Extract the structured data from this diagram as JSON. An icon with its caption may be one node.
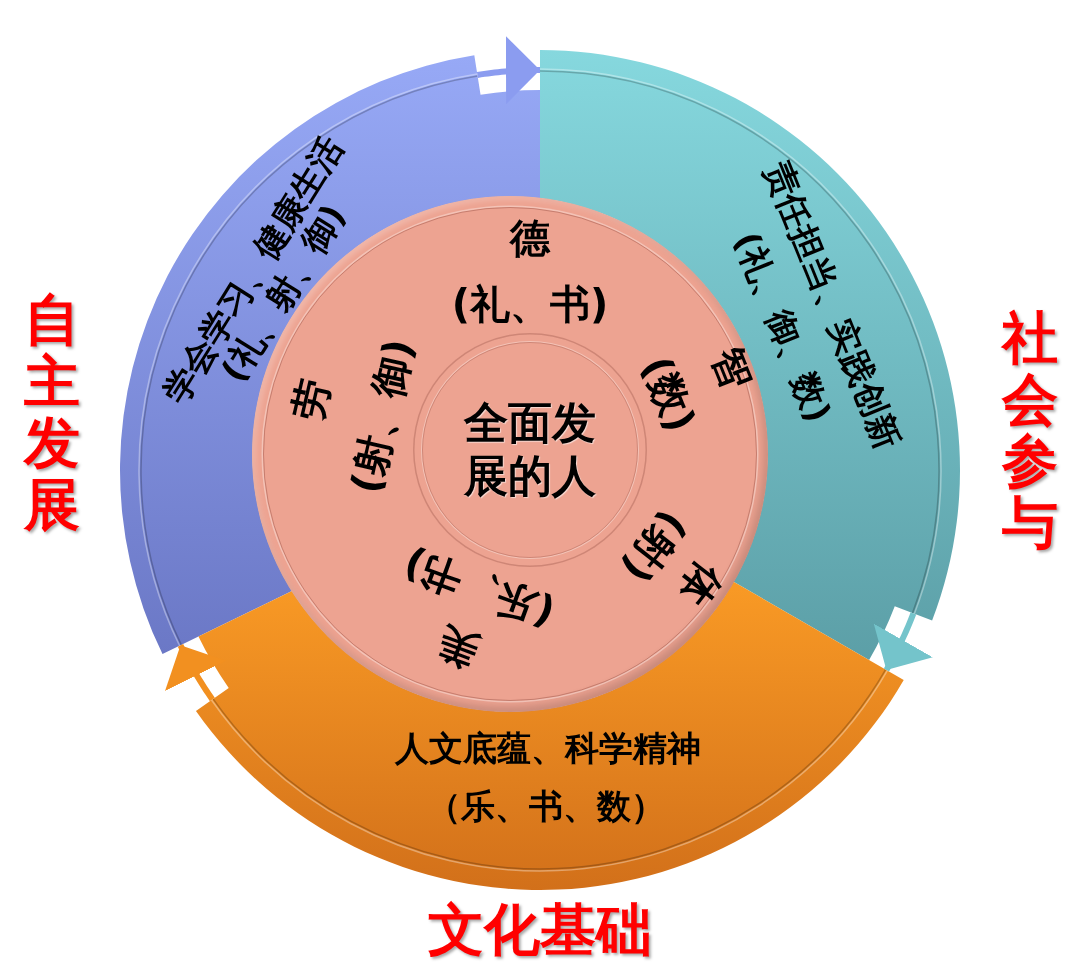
{
  "diagram": {
    "nodes": [
      {
        "text": [
          "学会学习、健康生活",
          "(礼、射、御)"
        ],
        "beside": [
          "自主发展"
        ]
      },
      {
        "text": [
          "责任担当、实践创新",
          "(礼、御、数)"
        ],
        "beside": [
          "社会参与"
        ]
      },
      {
        "text": [
          "人文底蕴、科学精神",
          "（乐、书、数）"
        ],
        "beside": [
          "文化基础"
        ]
      },
      {
        "text": [
          "德",
          "(礼、书)",
          "智",
          "(数)",
          "体",
          "(射)",
          "美",
          "(乐、书)",
          "劳",
          "(射、御)"
        ]
      },
      {
        "text": [
          "全面发展的人"
        ],
        "in": 3
      }
    ],
    "edges": [
      {
        "from": 0,
        "to": 1,
        "arrow": "to",
        "color": "#8b9cf0"
      },
      {
        "from": 1,
        "to": 2,
        "arrow": "to",
        "color": "#74c4cb"
      },
      {
        "from": 2,
        "to": 0,
        "arrow": "to",
        "color": "#f29020"
      }
    ]
  }
}
